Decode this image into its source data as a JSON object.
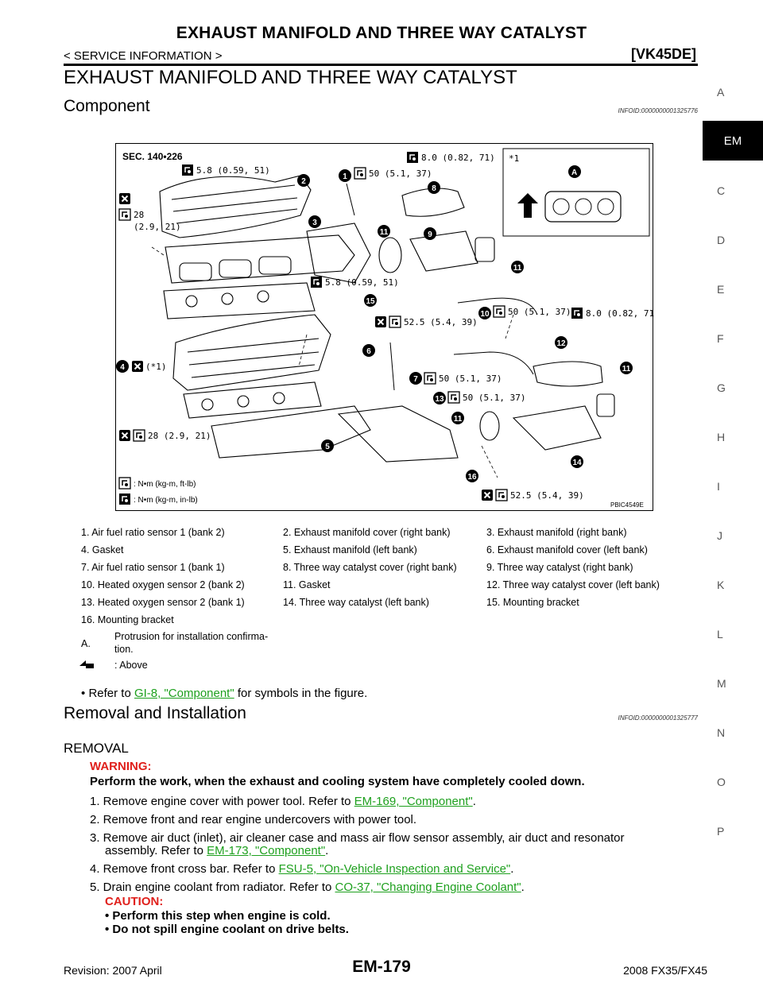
{
  "header": {
    "title": "EXHAUST MANIFOLD AND THREE WAY CATALYST",
    "breadcrumb": "< SERVICE INFORMATION >",
    "model_code": "[VK45DE]"
  },
  "page_title": "EXHAUST MANIFOLD AND THREE WAY CATALYST",
  "component": {
    "heading": "Component",
    "infoid": "INFOID:0000000001325776"
  },
  "side_index": [
    "A",
    "EM",
    "C",
    "D",
    "E",
    "F",
    "G",
    "H",
    "I",
    "J",
    "K",
    "L",
    "M",
    "N",
    "O",
    "P"
  ],
  "diagram": {
    "sec": "SEC. 140•226",
    "image_code": "PBIC4549E",
    "inset_label": "*1",
    "inset_marker": "A",
    "torque_labels": [
      "5.8 (0.59, 51)",
      "8.0 (0.82, 71)",
      "50 (5.1, 37)",
      "28",
      "(2.9, 21)",
      "5.8 (0.59, 51)",
      "52.5 (5.4, 39)",
      "50 (5.1, 37)",
      "8.0 (0.82, 71)",
      "(*1)",
      "50 (5.1, 37)",
      "50 (5.1, 37)",
      "28 (2.9, 21)",
      "52.5 (5.4, 39)"
    ],
    "callouts": [
      "1",
      "2",
      "3",
      "4",
      "5",
      "6",
      "7",
      "8",
      "9",
      "10",
      "11",
      "11",
      "11",
      "11",
      "12",
      "13",
      "14",
      "15",
      "16"
    ],
    "legend_nm": ": N•m (kg-m, ft-lb)",
    "legend_nm_in": ": N•m (kg-m, in-lb)"
  },
  "legend_rows": [
    [
      "1. Air fuel ratio sensor 1 (bank 2)",
      "2. Exhaust manifold cover (right bank)",
      "3. Exhaust manifold  (right bank)"
    ],
    [
      "4. Gasket",
      "5. Exhaust manifold (left bank)",
      "6. Exhaust manifold cover (left bank)"
    ],
    [
      "7. Air fuel ratio sensor 1 (bank 1)",
      "8. Three way catalyst cover (right bank)",
      "9. Three way catalyst (right bank)"
    ],
    [
      "10. Heated oxygen sensor 2 (bank 2)",
      "11. Gasket",
      "12. Three way catalyst cover (left bank)"
    ],
    [
      "13. Heated oxygen sensor 2 (bank 1)",
      "14. Three way catalyst (left bank)",
      "15. Mounting bracket"
    ],
    [
      "16. Mounting bracket",
      "",
      ""
    ]
  ],
  "legend_extra": {
    "a_label": "A.",
    "a_text_1": "Protrusion for installation confirma-",
    "a_text_2": "tion.",
    "above": ": Above"
  },
  "refer": {
    "prefix": "Refer to ",
    "link": "GI-8, \"Component\"",
    "suffix": " for symbols in the figure."
  },
  "removal_section": {
    "heading": "Removal and Installation",
    "infoid": "INFOID:0000000001325777",
    "subheading": "REMOVAL",
    "warning_label": "WARNING:",
    "warning_text": "Perform the work, when the exhaust and cooling system have completely cooled down."
  },
  "steps": {
    "s1_text": "1. Remove engine cover with power tool. Refer to ",
    "s1_link": "EM-169, \"Component\"",
    "s1_end": ".",
    "s2_text": "2. Remove front and rear engine undercovers with power tool.",
    "s3_text": "3. Remove air duct (inlet), air cleaner case and mass air flow sensor assembly, air duct and resonator",
    "s3_cont": "assembly. Refer to ",
    "s3_link": "EM-173, \"Component\"",
    "s3_end": ".",
    "s4_text": "4. Remove front cross bar. Refer to ",
    "s4_link": "FSU-5, \"On-Vehicle Inspection and Service\"",
    "s4_end": ".",
    "s5_text": "5. Drain engine coolant from radiator. Refer to ",
    "s5_link": "CO-37, \"Changing Engine Coolant\"",
    "s5_end": ".",
    "caution_label": "CAUTION:",
    "caution_1": "• Perform this step when engine is cold.",
    "caution_2": "• Do not spill engine coolant on drive belts."
  },
  "footer": {
    "revision": "Revision: 2007 April",
    "page": "EM-179",
    "model": "2008 FX35/FX45"
  }
}
